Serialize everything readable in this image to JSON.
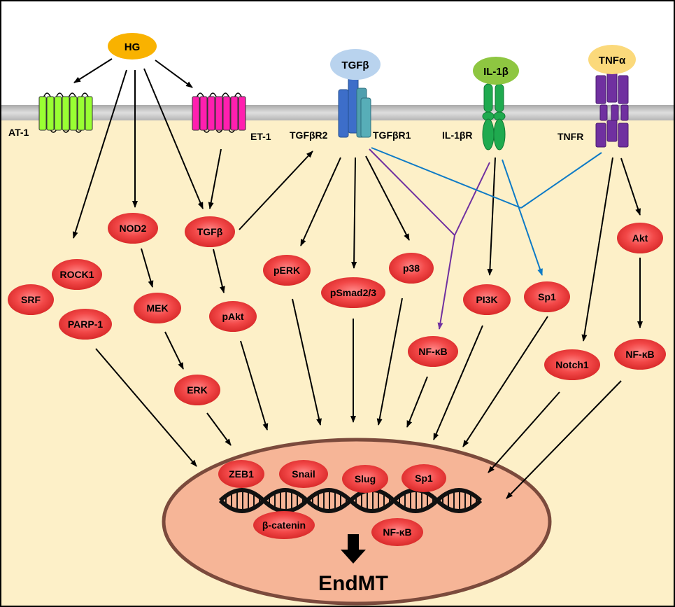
{
  "ligands": {
    "hg": "HG",
    "tgfb": "TGFβ",
    "il1b": "IL-1β",
    "tnfa": "TNFα"
  },
  "receptors": {
    "at1": "AT-1",
    "et1": "ET-1",
    "tgfbr2": "TGFβR2",
    "tgfbr1": "TGFβR1",
    "il1br": "IL-1βR",
    "tnfr": "TNFR"
  },
  "mediators": {
    "nod2": "NOD2",
    "tgfb": "TGFβ",
    "rock1": "ROCK1",
    "srf": "SRF",
    "parp1": "PARP-1",
    "mek": "MEK",
    "pakt": "pAkt",
    "erk": "ERK",
    "perk": "pERK",
    "psmad": "pSmad2/3",
    "p38": "p38",
    "pi3k": "PI3K",
    "sp1": "Sp1",
    "nfkb1": "NF-κB",
    "akt": "Akt",
    "notch1": "Notch1",
    "nfkb2": "NF-κB"
  },
  "nucleus": {
    "zeb1": "ZEB1",
    "snail": "Snail",
    "slug": "Slug",
    "sp1": "Sp1",
    "bcatenin": "β-catenin",
    "nfkb": "NF-κB",
    "outcome": "EndMT"
  },
  "colors": {
    "cytoplasm": "#fdf0c8",
    "membrane": "#c9c9c9",
    "node_red": "#e8333a",
    "nucleus_fill": "#f6b597",
    "nucleus_stroke": "#7b4a3c",
    "hg_orange": "#f9b200",
    "at1_green": "#99ff33",
    "et1_magenta": "#ff1faf",
    "tgfb_blue": "#b9d3ee",
    "il1b_green": "#8ec641",
    "il1br_green": "#1faa4f",
    "tnfa_yellow": "#fbd97b",
    "tnfr_purple": "#7030a0",
    "line_blue": "#0d7ac6",
    "line_purple": "#7030a0"
  }
}
